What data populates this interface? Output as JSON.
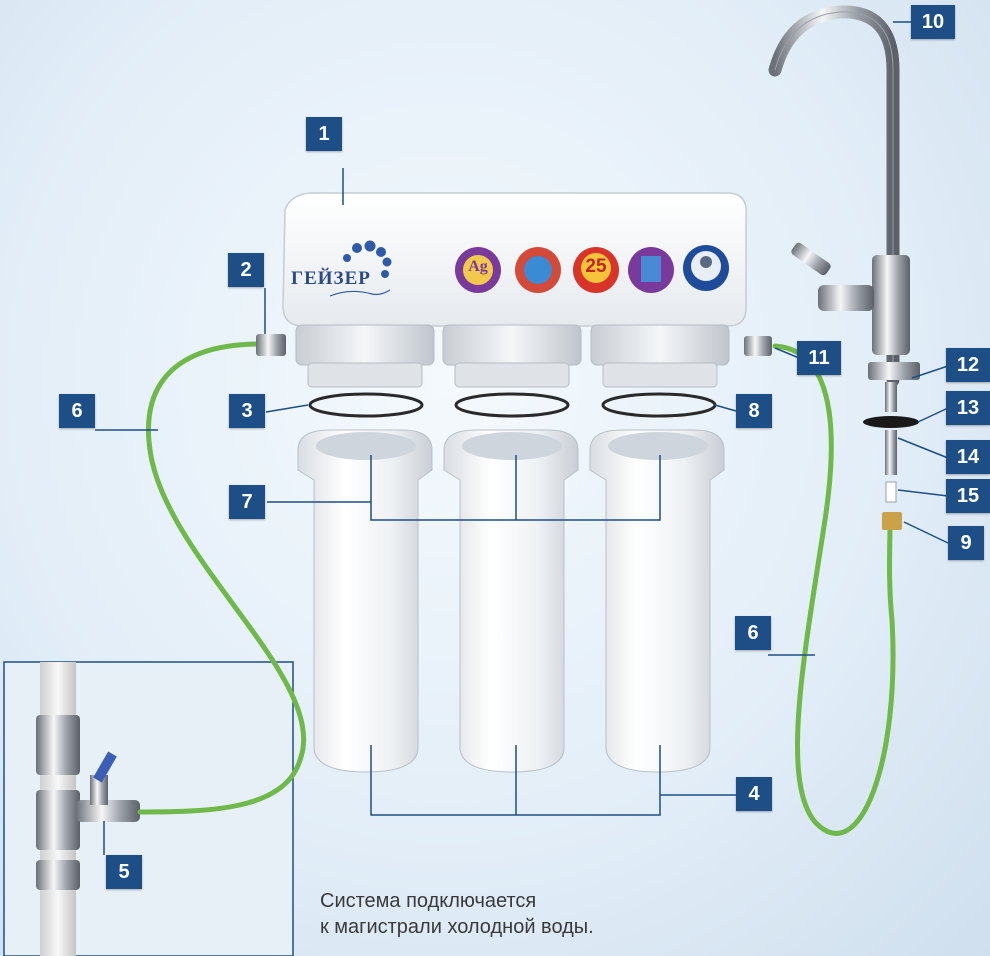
{
  "diagram": {
    "brand_logo_text": "ГЕЙЗЕР",
    "caption_line1": "Система подключается",
    "caption_line2": "к магистрали холодной воды.",
    "callouts": [
      "1",
      "2",
      "3",
      "4",
      "5",
      "6",
      "6",
      "7",
      "8",
      "9",
      "10",
      "11",
      "12",
      "13",
      "14",
      "15"
    ],
    "badges": {
      "ag": "Ag",
      "years": "25"
    },
    "colors": {
      "callout_bg": "#1d4f86",
      "hose": "#6fb84a",
      "housing": "#f2f4f6",
      "pipe": "#eeeeee"
    }
  }
}
